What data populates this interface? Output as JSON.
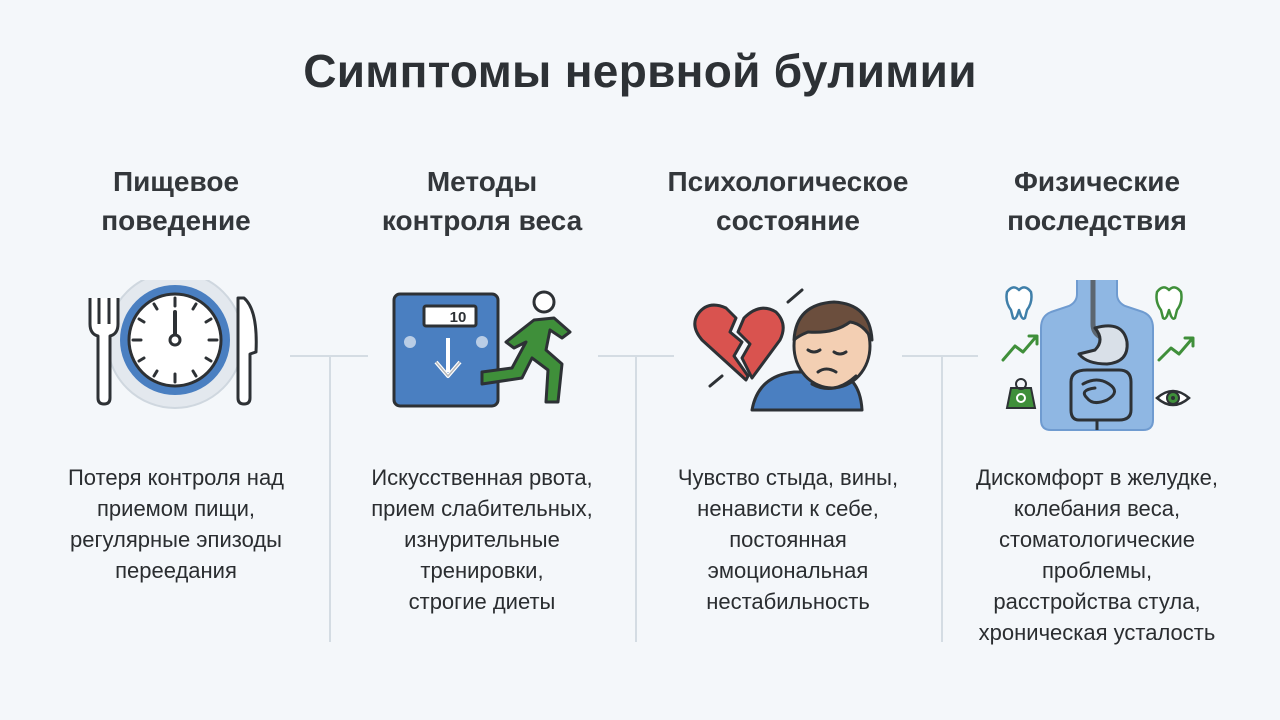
{
  "title": "Симптомы нервной булимии",
  "columns": [
    {
      "heading": [
        "Пищевое",
        "поведение"
      ],
      "icon": "plate-clock-cutlery-icon",
      "lines": [
        "Потеря контроля над",
        "приемом пищи,",
        "регулярные эпизоды",
        "переедания"
      ]
    },
    {
      "heading": [
        "Методы",
        "контроля веса"
      ],
      "icon": "scale-running-person-icon",
      "scale_reading": "10",
      "lines": [
        "Искусственная рвота,",
        "прием слабительных,",
        "изнурительные",
        "тренировки,",
        "строгие диеты"
      ]
    },
    {
      "heading": [
        "Психологическое",
        "состояние"
      ],
      "icon": "broken-heart-sad-person-icon",
      "lines": [
        "Чувство стыда, вины,",
        "ненависти к себе,",
        "постоянная",
        "эмоциональная",
        "нестабильность"
      ]
    },
    {
      "heading": [
        "Физические",
        "последствия"
      ],
      "icon": "body-digestive-system-icon",
      "lines": [
        "Дискомфорт в желудке,",
        "колебания веса,",
        "стоматологические",
        "проблемы,",
        "расстройства стула,",
        "хроническая усталость"
      ]
    }
  ],
  "colors": {
    "background": "#f4f7fa",
    "accent_blue": "#4a7fc1",
    "accent_green": "#3f8f3a",
    "accent_red": "#d9534f",
    "divider": "#d4dce3"
  }
}
